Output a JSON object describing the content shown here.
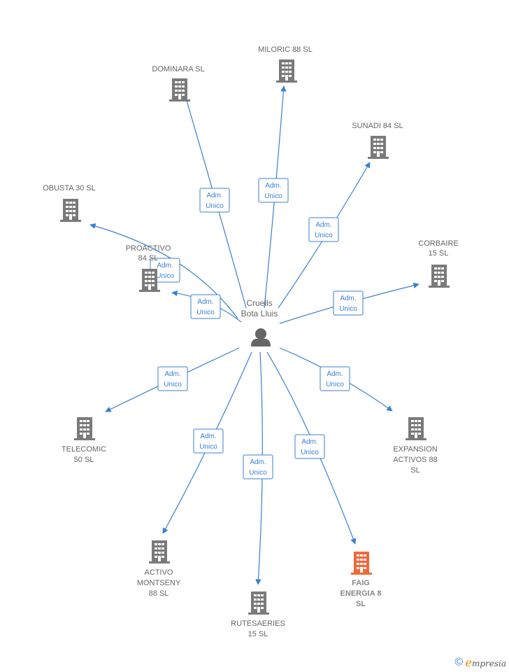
{
  "center": {
    "lines": [
      "Cruells",
      "Bota Lluis"
    ],
    "icon": "person-icon"
  },
  "edge_label_lines": [
    "Adm.",
    "Unico"
  ],
  "colors": {
    "building": "#7a7a7a",
    "building_highlight": "#f0683a",
    "edge": "#3a7fd5"
  },
  "nodes": [
    {
      "id": "dominara",
      "lines": [
        "DOMINARA  SL"
      ],
      "highlight": false
    },
    {
      "id": "miloric",
      "lines": [
        "MILORIC 88  SL"
      ],
      "highlight": false
    },
    {
      "id": "sunadi",
      "lines": [
        "SUNADI 84  SL"
      ],
      "highlight": false
    },
    {
      "id": "obusta",
      "lines": [
        "OBUSTA 30  SL"
      ],
      "highlight": false
    },
    {
      "id": "proactivo",
      "lines": [
        "PROACTIVO",
        "84  SL"
      ],
      "highlight": false
    },
    {
      "id": "corbaire",
      "lines": [
        "CORBAIRE",
        "15  SL"
      ],
      "highlight": false
    },
    {
      "id": "telecomic",
      "lines": [
        "TELECOMIC",
        "50  SL"
      ],
      "highlight": false
    },
    {
      "id": "expansion",
      "lines": [
        "EXPANSION",
        "ACTIVOS 88",
        "SL"
      ],
      "highlight": false
    },
    {
      "id": "activo-montseny",
      "lines": [
        "ACTIVO",
        "MONTSENY",
        "88  SL"
      ],
      "highlight": false
    },
    {
      "id": "rutesaeries",
      "lines": [
        "RUTESAERIES",
        "15  SL"
      ],
      "highlight": false
    },
    {
      "id": "faig",
      "lines": [
        "FAIG",
        "ENERGIA 8",
        "SL"
      ],
      "highlight": true
    }
  ],
  "footer": {
    "copyright": "©",
    "brand": "mpresia",
    "brand_initial": "e"
  }
}
